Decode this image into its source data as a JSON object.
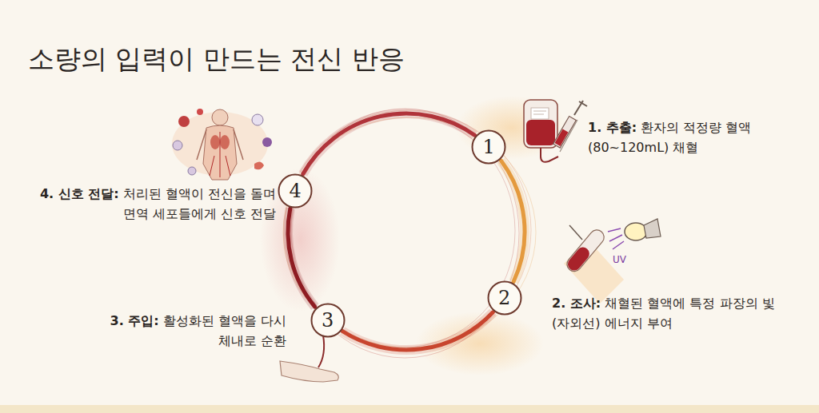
{
  "diagram": {
    "title": "소량의 입력이 만드는 전신 반응",
    "nodes": [
      {
        "text": [
          "1"
        ]
      },
      {
        "text": [
          "2"
        ]
      },
      {
        "text": [
          "3"
        ]
      },
      {
        "text": [
          "4"
        ]
      }
    ],
    "edges": [
      {
        "from": 0,
        "to": 1,
        "arrow": "none"
      },
      {
        "from": 1,
        "to": 2,
        "arrow": "none"
      },
      {
        "from": 2,
        "to": 3,
        "arrow": "none"
      },
      {
        "from": 3,
        "to": 0,
        "arrow": "none"
      }
    ],
    "labels": [
      "1. 추출:",
      "환자의 적정량 혈액 (80~120mL) 채혈",
      "2. 조사:",
      "채혈된 혈액에 특정 파장의 빛(자외선) 에너지 부여",
      "3. 주입:",
      "활성화된 혈액을 다시 체내로 순환",
      "4. 신호 전달:",
      "처리된 혈액이 전신을 돌며 면역 세포들에게 신호 전달",
      "UV"
    ]
  }
}
